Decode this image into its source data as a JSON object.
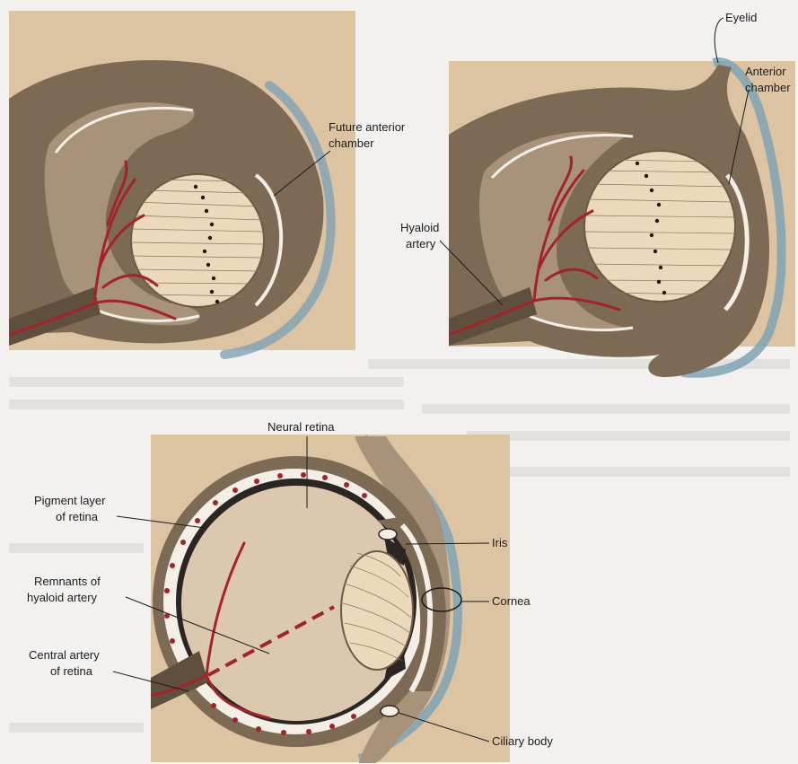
{
  "figure": {
    "labels": {
      "eyelid": "Eyelid",
      "anterior_chamber": [
        "Anterior",
        "chamber"
      ],
      "future_anterior_chamber": [
        "Future anterior",
        "chamber"
      ],
      "hyaloid_artery": [
        "Hyaloid",
        "artery"
      ],
      "neural_retina": "Neural retina",
      "pigment_layer": [
        "Pigment layer",
        "of retina"
      ],
      "remnants_hyaloid": [
        "Remnants of",
        "hyaloid artery"
      ],
      "central_artery": [
        "Central artery",
        "of retina"
      ],
      "iris": "Iris",
      "cornea": "Cornea",
      "ciliary_body": "Ciliary body"
    },
    "colors": {
      "panel_bg": "#dcc4a3",
      "tissue": "#7d6a55",
      "tissue_light": "#a89279",
      "vitreous": "#dcc8ae",
      "lens": "#ecd9bb",
      "artery": "#a3232a",
      "blue": "#7fa3b4",
      "white": "#f4efe6",
      "retina_dark": "#2b2523"
    }
  }
}
